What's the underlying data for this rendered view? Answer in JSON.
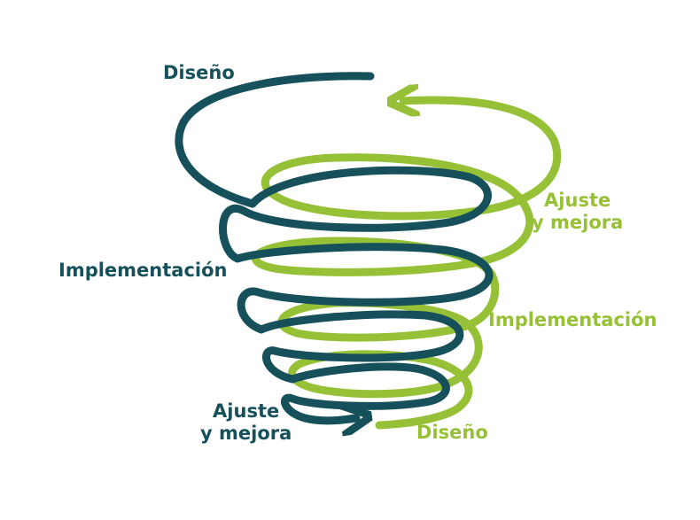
{
  "colors": {
    "dark": "#16505b",
    "light": "#96c136"
  },
  "labels": {
    "dark_design": "Diseño",
    "dark_implementation": "Implementación",
    "dark_adjust_line1": "Ajuste",
    "dark_adjust_line2": "y mejora",
    "light_adjust_line1": "Ajuste",
    "light_adjust_line2": "y mejora",
    "light_implementation": "Implementación",
    "light_design": "Diseño"
  }
}
